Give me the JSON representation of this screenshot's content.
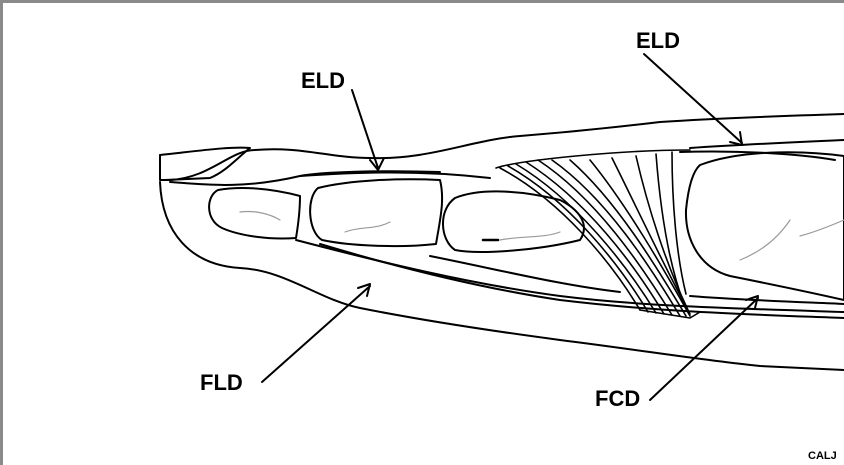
{
  "labels": {
    "eld_top": "ELD",
    "eld_mid": "ELD",
    "fld": "FLD",
    "fcd": "FCD"
  },
  "credit": "CALJ",
  "colors": {
    "stroke": "#000000",
    "frame": "#8a8a8a",
    "bone_line": "#9a9a9a"
  }
}
